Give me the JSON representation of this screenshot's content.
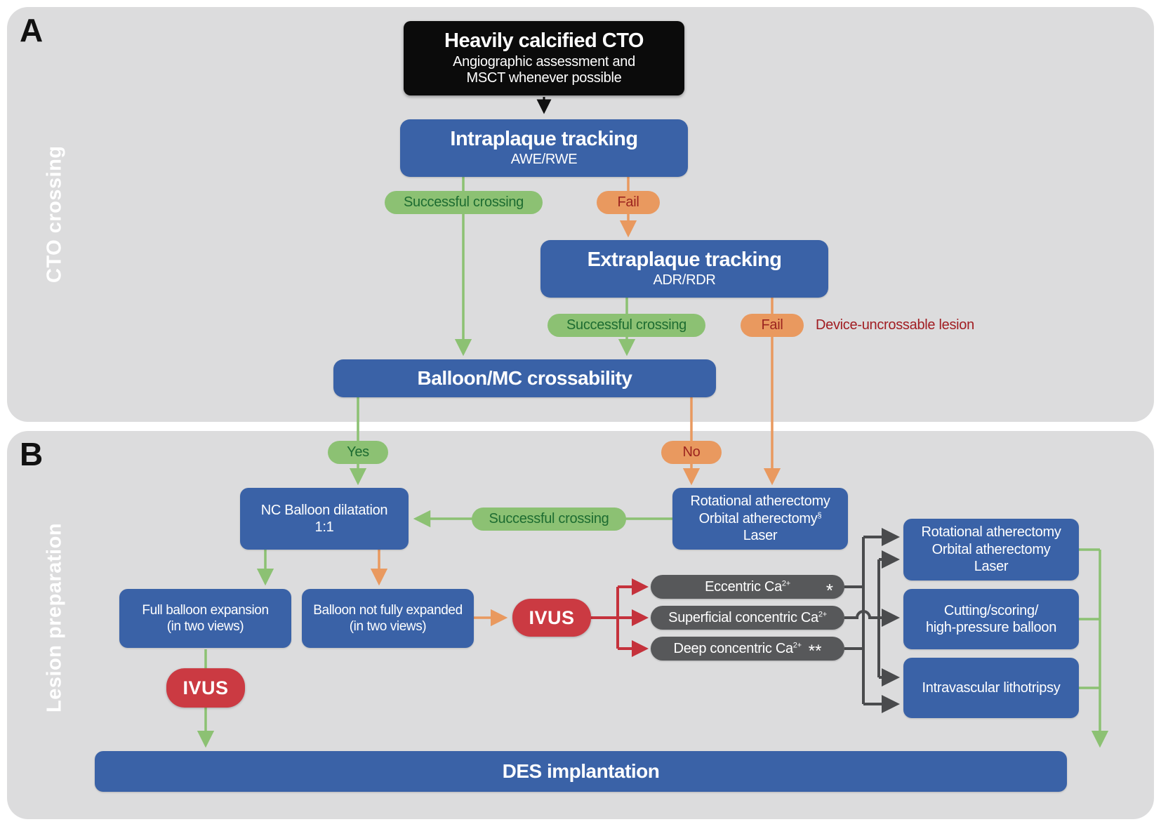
{
  "figure": {
    "panel_a_label": "A",
    "panel_a_side_label": "CTO crossing",
    "panel_b_label": "B",
    "panel_b_side_label": "Lesion preparation"
  },
  "nodes": {
    "start": {
      "title": "Heavily calcified CTO",
      "line1": "Angiographic assessment and",
      "line2": "MSCT whenever possible"
    },
    "intraplaque": {
      "title": "Intraplaque tracking",
      "subtitle": "AWE/RWE"
    },
    "extraplaque": {
      "title": "Extraplaque tracking",
      "subtitle": "ADR/RDR"
    },
    "balloon_mc": {
      "title": "Balloon/MC crossability"
    },
    "nc_balloon": {
      "line1": "NC Balloon dilatation",
      "line2": "1:1"
    },
    "rot_primary": {
      "line1": "Rotational atherectomy",
      "line2": "Orbital atherectomy",
      "line2_sup": "§",
      "line3": "Laser"
    },
    "full_expansion": {
      "line1": "Full balloon expansion",
      "line2": "(in two views)"
    },
    "not_expanded": {
      "line1": "Balloon not fully expanded",
      "line2": "(in two views)"
    },
    "ivus_right": {
      "label": "IVUS"
    },
    "ivus_left": {
      "label": "IVUS"
    },
    "eccentric": {
      "label": "Eccentric Ca",
      "sup": "2+",
      "marker": "*"
    },
    "superficial": {
      "label": "Superficial concentric Ca",
      "sup": "2+"
    },
    "deep": {
      "label": "Deep concentric Ca",
      "sup": "2+",
      "marker": "**"
    },
    "rot_secondary": {
      "line1": "Rotational atherectomy",
      "line2": "Orbital atherectomy",
      "line3": "Laser"
    },
    "cutting": {
      "line1": "Cutting/scoring/",
      "line2": "high-pressure balloon"
    },
    "lithotripsy": {
      "label": "Intravascular lithotripsy"
    },
    "des": {
      "label": "DES implantation"
    }
  },
  "pills": {
    "success_a1": "Successful crossing",
    "fail_a1": "Fail",
    "success_a2": "Successful crossing",
    "fail_a2": "Fail",
    "yes": "Yes",
    "no": "No",
    "success_b": "Successful crossing"
  },
  "annotations": {
    "device_uncrossable": "Device-uncrossable lesion"
  },
  "colors": {
    "page_bg": "#ffffff",
    "panel_bg": "#dcdcdd",
    "node_blue": "#3a62a7",
    "node_black": "#0b0b0b",
    "node_gray": "#57585a",
    "pill_green": "#8cc173",
    "pill_green_text": "#1d6c31",
    "pill_orange": "#e9995f",
    "pill_orange_text": "#9c241f",
    "pill_red": "#cb3a42",
    "arrow_green": "#8cc173",
    "arrow_orange": "#e9995f",
    "arrow_red": "#c5323c",
    "arrow_gray": "#4a4b4d",
    "arrow_black": "#111111",
    "accent_text_red": "#a11d22",
    "label_black": "#111111"
  },
  "edges": [
    {
      "from": "start",
      "to": "intraplaque",
      "color": "black"
    },
    {
      "from": "intraplaque",
      "to": "balloon_mc",
      "label": "Successful crossing",
      "color": "green"
    },
    {
      "from": "intraplaque",
      "to": "extraplaque",
      "label": "Fail",
      "color": "orange"
    },
    {
      "from": "extraplaque",
      "to": "balloon_mc",
      "label": "Successful crossing",
      "color": "green"
    },
    {
      "from": "extraplaque",
      "to": "rot_primary",
      "label": "Fail",
      "note": "Device-uncrossable lesion",
      "color": "orange"
    },
    {
      "from": "balloon_mc",
      "to": "nc_balloon",
      "label": "Yes",
      "color": "green"
    },
    {
      "from": "balloon_mc",
      "to": "rot_primary",
      "label": "No",
      "color": "orange"
    },
    {
      "from": "rot_primary",
      "to": "nc_balloon",
      "label": "Successful crossing",
      "color": "green"
    },
    {
      "from": "nc_balloon",
      "to": "full_expansion",
      "color": "green"
    },
    {
      "from": "nc_balloon",
      "to": "not_expanded",
      "color": "orange"
    },
    {
      "from": "not_expanded",
      "to": "ivus_right",
      "color": "orange"
    },
    {
      "from": "ivus_right",
      "to": "eccentric",
      "color": "red"
    },
    {
      "from": "ivus_right",
      "to": "superficial",
      "color": "red"
    },
    {
      "from": "ivus_right",
      "to": "deep",
      "color": "red"
    },
    {
      "from": "eccentric",
      "to": "rot_secondary",
      "color": "gray"
    },
    {
      "from": "eccentric",
      "to": "lithotripsy",
      "color": "gray"
    },
    {
      "from": "superficial",
      "to": "rot_secondary",
      "color": "gray"
    },
    {
      "from": "superficial",
      "to": "cutting",
      "color": "gray"
    },
    {
      "from": "superficial",
      "to": "lithotripsy",
      "color": "gray"
    },
    {
      "from": "deep",
      "to": "rot_secondary",
      "color": "gray"
    },
    {
      "from": "deep",
      "to": "lithotripsy",
      "color": "gray"
    },
    {
      "from": "full_expansion",
      "to": "ivus_left",
      "color": "green"
    },
    {
      "from": "ivus_left",
      "to": "des",
      "color": "green"
    },
    {
      "from": "rot_secondary",
      "to": "des",
      "color": "green"
    },
    {
      "from": "cutting",
      "to": "des",
      "color": "green"
    },
    {
      "from": "lithotripsy",
      "to": "des",
      "color": "green"
    }
  ]
}
